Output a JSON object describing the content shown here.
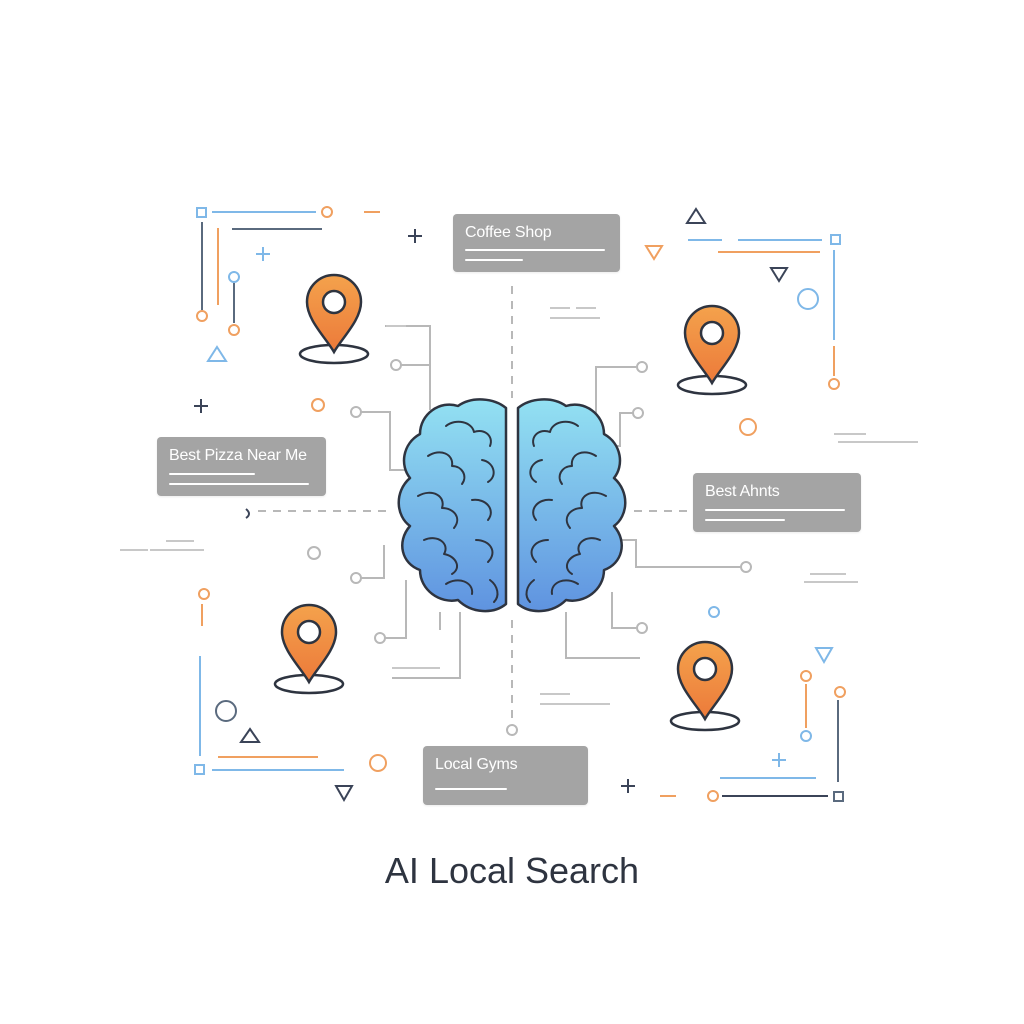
{
  "title": "AI Local Search",
  "cards": {
    "coffee": "Coffee Shop",
    "pizza": "Best Pizza Near Me",
    "best": "Best Ahnts",
    "gyms": "Local Gyms"
  },
  "icons": {
    "center": "brain-icon",
    "markers": [
      "map-pin-icon",
      "map-pin-icon",
      "map-pin-icon",
      "map-pin-icon"
    ]
  },
  "colors": {
    "brain_top": "#93e1f2",
    "brain_bottom": "#5f93e0",
    "pin": "#f08a3c",
    "accent_orange": "#f0a060",
    "accent_blue": "#7fb8e8",
    "line_gray": "#b8b8b8",
    "card_bg": "#a4a4a4",
    "title_text": "#2e3440"
  }
}
